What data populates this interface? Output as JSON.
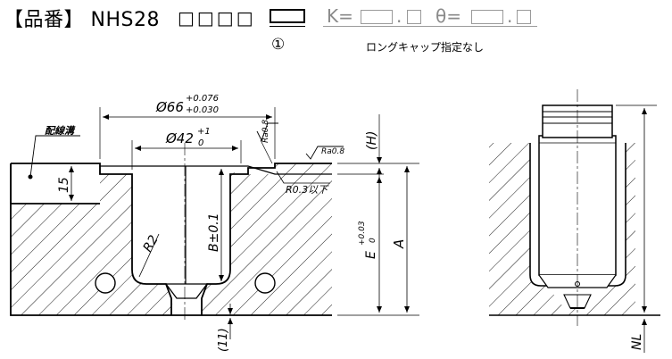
{
  "header": {
    "title": "【品番】 NHS28",
    "boxes": "□□□□",
    "k_label": "K=",
    "k_dot": ".",
    "theta_label": "θ=",
    "theta_dot": ".",
    "circle_number": "①",
    "note": "ロングキャップ指定なし"
  },
  "drawing": {
    "dia_outer": "Ø66",
    "dia_outer_tol_upper": "+0.076",
    "dia_outer_tol_lower": "+0.030",
    "dia_inner": "Ø42",
    "dia_inner_tol_upper": "+1",
    "dia_inner_tol_lower": "0",
    "ra_left": "Ra0.8",
    "ra_right": "Ra0.8",
    "h_dim": "(H)",
    "wiring_groove": "配線溝",
    "dim_15": "15",
    "r03": "R0.3以下",
    "r2": "R2",
    "b_dim": "B±0.1",
    "e_dim": "E",
    "e_tol_upper": "+0.03",
    "e_tol_lower": "0",
    "a_dim": "A",
    "dim_11": "(11)",
    "nl_dim": "NL"
  }
}
